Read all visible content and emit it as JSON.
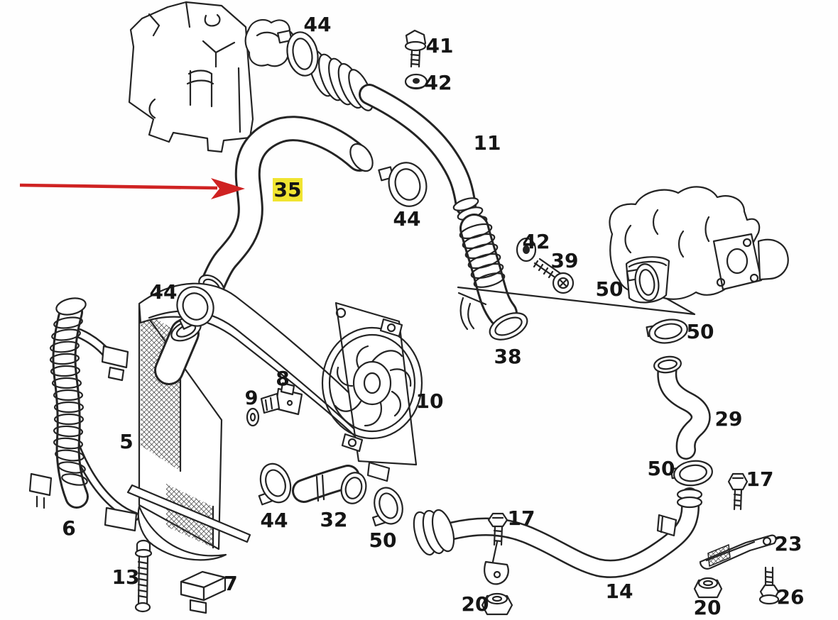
{
  "annotation": {
    "highlighted_part": "35",
    "highlight_color": "#f0e431",
    "arrow_color": "#cf2222",
    "line_color": "#242424"
  },
  "labels": [
    {
      "text": "44"
    },
    {
      "text": "41"
    },
    {
      "text": "42"
    },
    {
      "text": "11"
    },
    {
      "text": "44"
    },
    {
      "text": "35"
    },
    {
      "text": "42"
    },
    {
      "text": "39"
    },
    {
      "text": "50"
    },
    {
      "text": "50"
    },
    {
      "text": "38"
    },
    {
      "text": "29"
    },
    {
      "text": "44"
    },
    {
      "text": "8"
    },
    {
      "text": "9"
    },
    {
      "text": "10"
    },
    {
      "text": "5"
    },
    {
      "text": "50"
    },
    {
      "text": "17"
    },
    {
      "text": "6"
    },
    {
      "text": "44"
    },
    {
      "text": "32"
    },
    {
      "text": "50"
    },
    {
      "text": "17"
    },
    {
      "text": "23"
    },
    {
      "text": "13"
    },
    {
      "text": "7"
    },
    {
      "text": "14"
    },
    {
      "text": "20"
    },
    {
      "text": "20"
    },
    {
      "text": "26"
    }
  ]
}
